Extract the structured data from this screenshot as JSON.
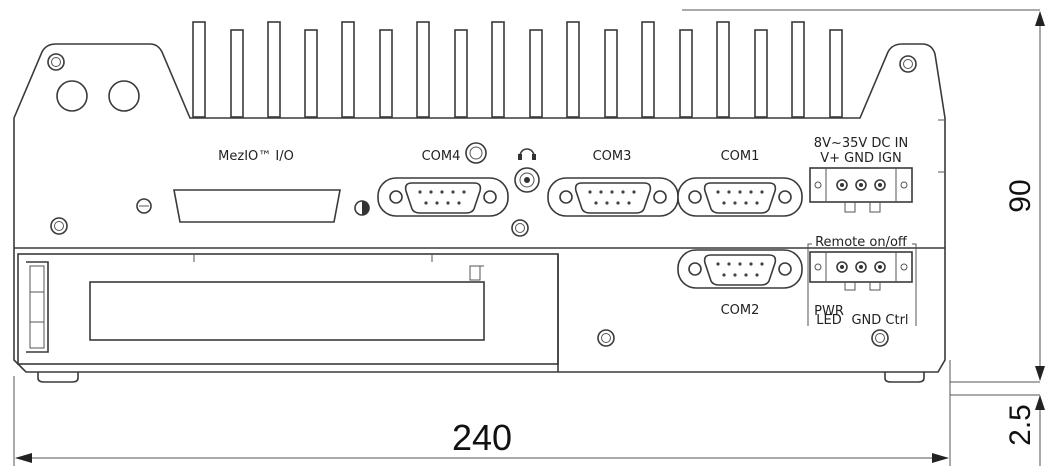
{
  "labels": {
    "mezio": "MezIO™ I/O",
    "com4": "COM4",
    "com3": "COM3",
    "com1": "COM1",
    "com2": "COM2",
    "dc_in_line1": "8V~35V DC IN",
    "dc_in_line2": "V+ GND IGN",
    "remote": "Remote on/off",
    "pwr": "PWR",
    "led": "LED",
    "gnd_ctrl": "GND  Ctrl"
  },
  "dimensions": {
    "width": "240",
    "height": "90",
    "foot": "2.5"
  },
  "icons": {
    "audio": "headphone-icon"
  }
}
